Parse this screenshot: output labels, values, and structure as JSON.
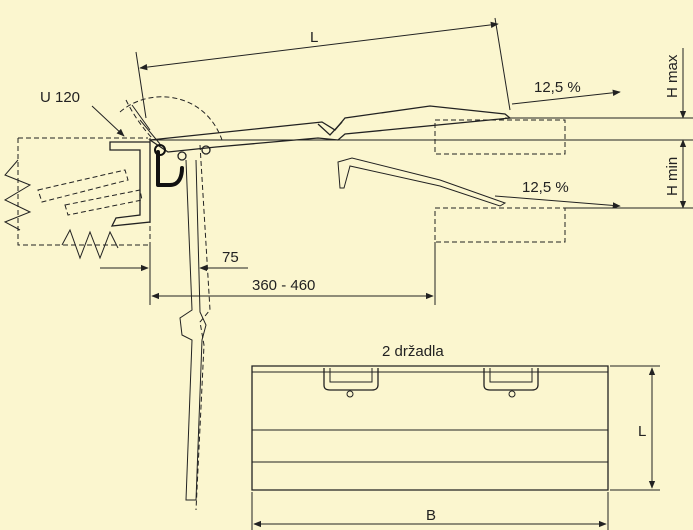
{
  "labels": {
    "length_top": "L",
    "h_max": "H max",
    "h_min": "H min",
    "slope_top": "12,5 %",
    "slope_bottom": "12,5 %",
    "profile": "U 120",
    "offset": "75",
    "range": "360 - 460",
    "handles": "2 držadla",
    "length_plan": "L",
    "width_plan": "B"
  }
}
